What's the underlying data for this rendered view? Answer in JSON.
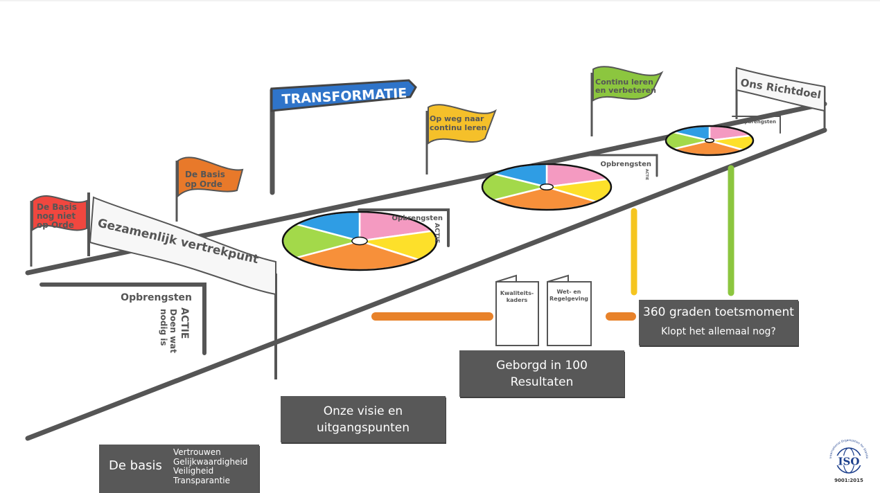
{
  "diagram": {
    "title_sign": "TRANSFORMATIE",
    "start_banner": "Gezamenlijk vertrekpunt",
    "finish_banner": "Ons Richtdoel",
    "flags": [
      {
        "id": "red",
        "lines": [
          "De Basis",
          "nog niet",
          "op Orde"
        ],
        "color": "#f0473f"
      },
      {
        "id": "orange",
        "lines": [
          "De Basis",
          "op Orde"
        ],
        "color": "#e8792a"
      },
      {
        "id": "yellow",
        "lines": [
          "Op weg naar",
          "continu leren"
        ],
        "color": "#f5c02a"
      },
      {
        "id": "green",
        "lines": [
          "Continu leren",
          "en verbeteren"
        ],
        "color": "#8cc63f"
      }
    ],
    "stage_labels": {
      "opbrengsten": "Opbrengsten",
      "actie": "ACTIE",
      "actie_detail_1": "Doen wat",
      "actie_detail_2": "nodig is"
    },
    "wheel_colors": [
      "#f49ac1",
      "#fde02a",
      "#f7903a",
      "#a3d94a",
      "#2f9de4"
    ],
    "documents": [
      {
        "lines": [
          "Kwaliteits-",
          "kaders"
        ]
      },
      {
        "lines": [
          "Wet- en",
          "Regelgeving"
        ]
      }
    ],
    "connector_colors": {
      "orange": "#e8822a",
      "yellow": "#f5c51f",
      "green": "#8cc63f"
    }
  },
  "boxes": {
    "visie": {
      "line1": "Onze visie en",
      "line2": "uitgangspunten"
    },
    "geborgd": {
      "line1": "Geborgd in 100",
      "line2": "Resultaten"
    },
    "toets": {
      "line1": "360 graden toetsmoment",
      "line2": "Klopt het allemaal nog?"
    },
    "basis": {
      "title": "De basis",
      "values": [
        "Vertrouwen",
        "Gelijkwaardigheid",
        "Veiligheid",
        "Transparantie"
      ]
    }
  },
  "logo": {
    "name": "ISO",
    "ring_text": "International Organization for Standardization",
    "standard": "9001:2015"
  }
}
